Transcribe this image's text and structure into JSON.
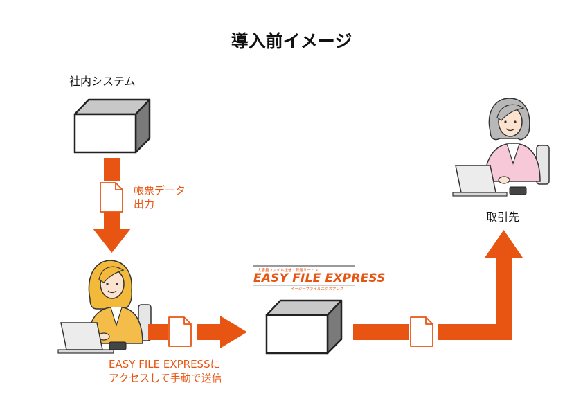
{
  "title": "導入前イメージ",
  "system_label": "社内システム",
  "document_label": [
    "帳票データ",
    "出力"
  ],
  "send_label": [
    "EASY FILE EXPRESSに",
    "アクセスして手動で送信"
  ],
  "partner_label": "取引先",
  "logo": {
    "tagline": "大容量ファイル送信・転送サービス",
    "name": "EASY FILE EXPRESS",
    "subname": "イージーファイルエクスプレス"
  },
  "colors": {
    "accent": "#e85513",
    "box_side": "#7a7a7a",
    "box_top": "#c8c8c8",
    "outline": "#222222"
  },
  "icons": [
    "server-box-icon",
    "document-icon",
    "office-worker-icon",
    "laptop-icon",
    "smartphone-icon"
  ]
}
